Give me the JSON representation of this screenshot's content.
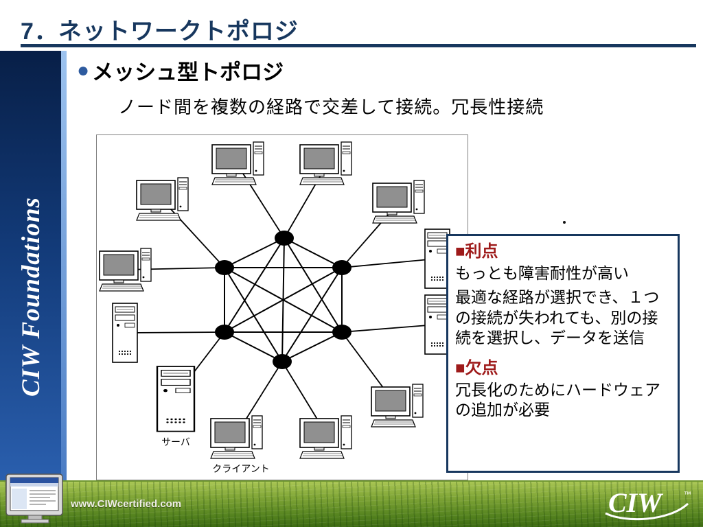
{
  "header": {
    "title": "7．ネットワークトポロジ"
  },
  "sidebar": {
    "brand": "CIW Foundations"
  },
  "content": {
    "bullet": "●",
    "heading": "メッシュ型トポロジ",
    "description": "ノード間を複数の経路で交差して接続。冗長性接続"
  },
  "diagram": {
    "server_label": "サーバ",
    "client_label": "クライアント"
  },
  "info_box": {
    "advantages_title": "■利点",
    "advantages": [
      "もっとも障害耐性が高い",
      "最適な経路が選択でき、１つの接続が失われても、別の接続を選択し、データを送信"
    ],
    "disadvantages_title": "■欠点",
    "disadvantages": [
      "冗長化のためにハードウェアの追加が必要"
    ]
  },
  "footer": {
    "url": "www.CIWcertified.com",
    "logo": "CIW",
    "trademark": "™"
  },
  "colors": {
    "title_navy": "#17375E",
    "accent_red": "#9E1A1A",
    "bullet_blue": "#2E5B9F",
    "grass_green": "#55831F"
  }
}
